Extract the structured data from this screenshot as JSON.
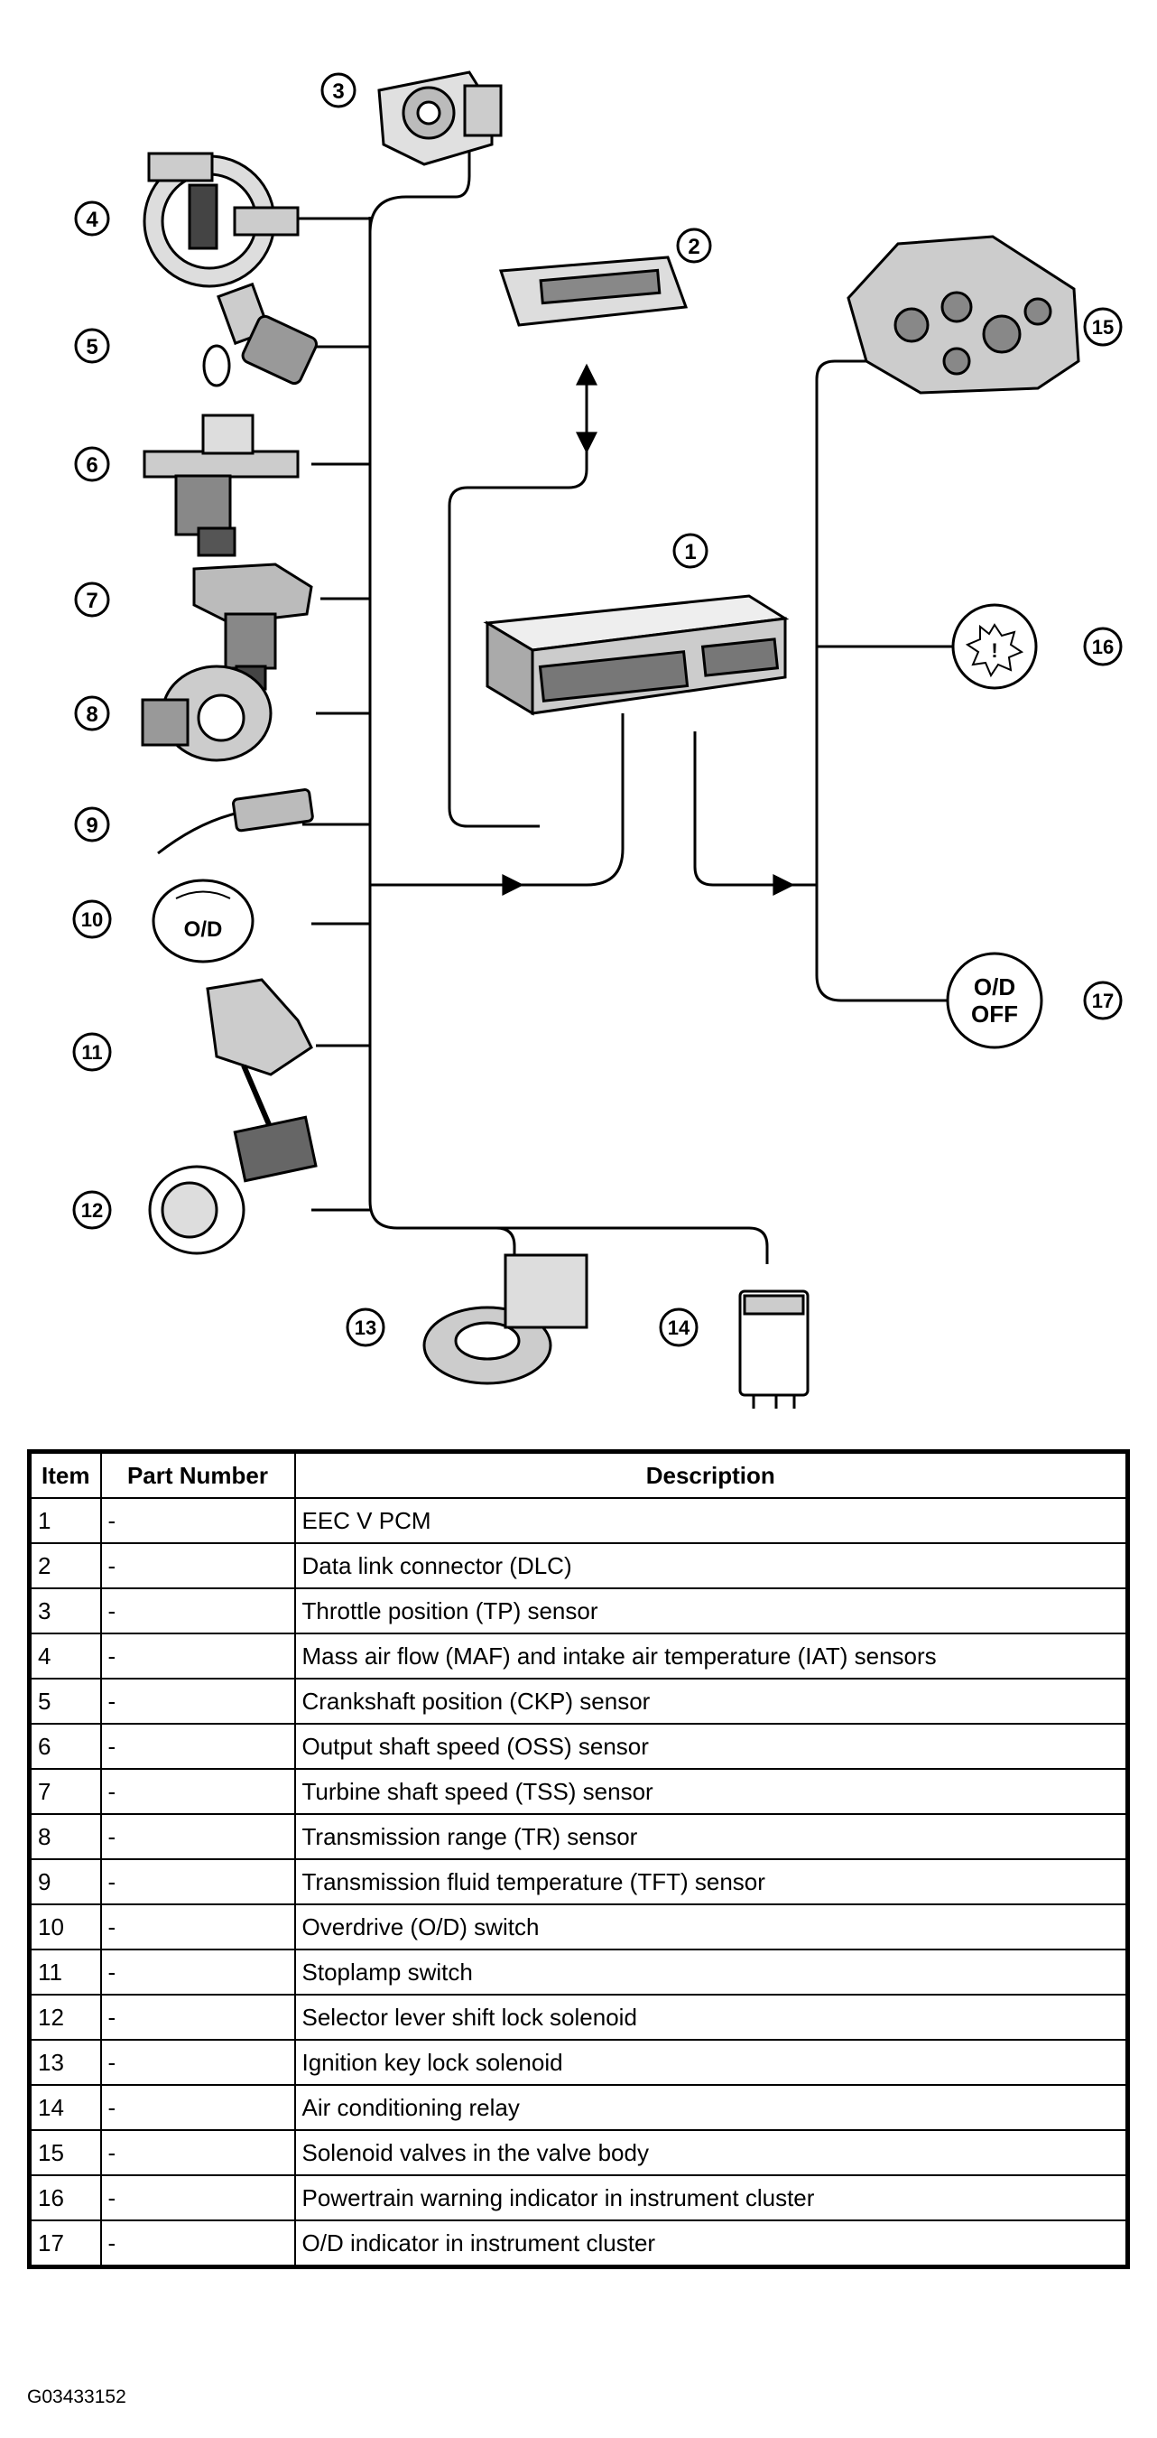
{
  "diagram": {
    "callouts": [
      "1",
      "2",
      "3",
      "4",
      "5",
      "6",
      "7",
      "8",
      "9",
      "10",
      "11",
      "12",
      "13",
      "14",
      "15",
      "16",
      "17"
    ],
    "switch_label": "O/D",
    "indicator_label_line1": "O/D",
    "indicator_label_line2": "OFF"
  },
  "table": {
    "headers": [
      "Item",
      "Part Number",
      "Description"
    ],
    "rows": [
      [
        "1",
        "-",
        "EEC V PCM"
      ],
      [
        "2",
        "-",
        "Data link connector (DLC)"
      ],
      [
        "3",
        "-",
        "Throttle position (TP) sensor"
      ],
      [
        "4",
        "-",
        "Mass air flow (MAF) and intake air temperature (IAT) sensors"
      ],
      [
        "5",
        "-",
        "Crankshaft position (CKP) sensor"
      ],
      [
        "6",
        "-",
        "Output shaft speed (OSS) sensor"
      ],
      [
        "7",
        "-",
        "Turbine shaft speed (TSS) sensor"
      ],
      [
        "8",
        "-",
        "Transmission range (TR) sensor"
      ],
      [
        "9",
        "-",
        "Transmission fluid temperature (TFT) sensor"
      ],
      [
        "10",
        "-",
        "Overdrive (O/D) switch"
      ],
      [
        "11",
        "-",
        "Stoplamp switch"
      ],
      [
        "12",
        "-",
        "Selector lever shift lock solenoid"
      ],
      [
        "13",
        "-",
        "Ignition key lock solenoid"
      ],
      [
        "14",
        "-",
        "Air conditioning relay"
      ],
      [
        "15",
        "-",
        "Solenoid valves in the valve body"
      ],
      [
        "16",
        "-",
        "Powertrain warning indicator in instrument cluster"
      ],
      [
        "17",
        "-",
        "O/D indicator in instrument cluster"
      ]
    ]
  },
  "figure_id": "G03433152"
}
